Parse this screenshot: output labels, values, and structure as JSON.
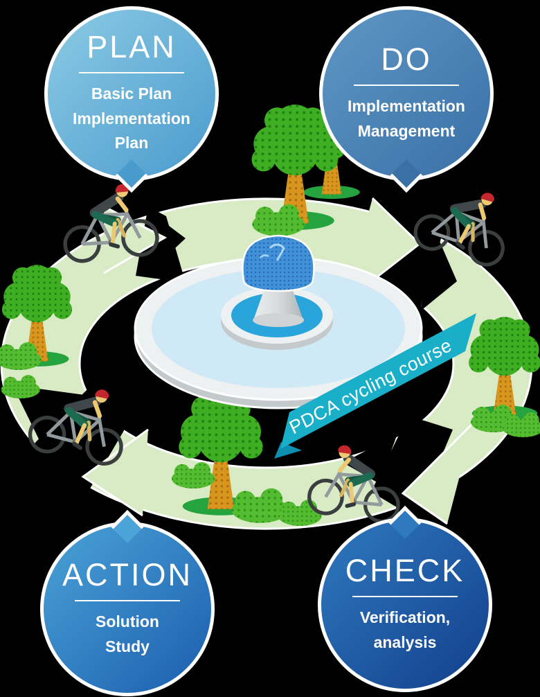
{
  "diagram": {
    "type": "pdca-cycle-diagram",
    "banner": {
      "label": "PDCA cycling course"
    },
    "bubbles": [
      {
        "key": "plan",
        "title": "PLAN",
        "lines": [
          "Basic Plan",
          "Implementation",
          "Plan"
        ]
      },
      {
        "key": "do",
        "title": "DO",
        "lines": [
          "Implementation",
          "Management"
        ]
      },
      {
        "key": "action",
        "title": "ACTION",
        "lines": [
          "Solution",
          "Study"
        ]
      },
      {
        "key": "check",
        "title": "CHECK",
        "lines": [
          "Verification,",
          "analysis"
        ]
      }
    ],
    "scene_icons": [
      "course-arrow-ring",
      "fountain-icon",
      "water-spray-icon",
      "tree-icon",
      "bush-icon",
      "cyclist-icon",
      "banner-ribbon"
    ],
    "colors": {
      "background": "#000000",
      "course": "#d9ebc4",
      "banner": "#19afc8",
      "banner_fold": "#0d8fb0",
      "plan_start": "#8ccae4",
      "plan_end": "#4a9bcd",
      "do_start": "#5e97c5",
      "do_end": "#3a70a6",
      "action_start": "#4ba3d7",
      "action_end": "#1b5dae",
      "check_start": "#2f79be",
      "check_end": "#123f8c",
      "tree_green": "#3fae22",
      "water_light": "#cfe9f6",
      "water_deep": "#29a5db",
      "spray_blue": "#4191d8"
    }
  }
}
